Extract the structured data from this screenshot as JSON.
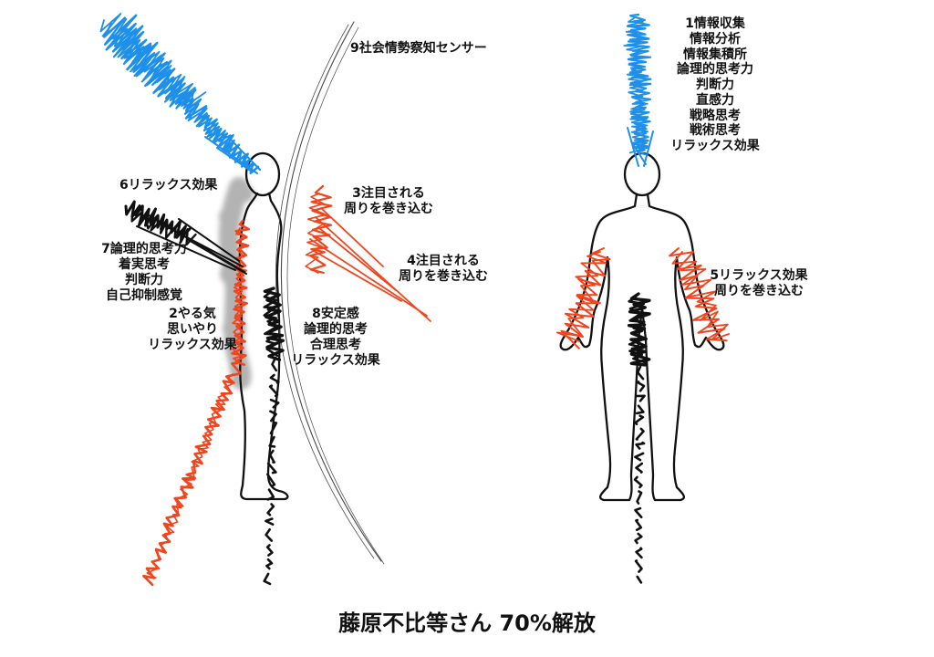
{
  "title": "藤原不比等さん 70%解放",
  "colors": {
    "blue": "#1e90ea",
    "red": "#f2441d",
    "black": "#111111",
    "gray": "#9a9a9a",
    "pencil": "#4a4a4a"
  },
  "side_view": {
    "label_9": [
      "9社会情勢察知センサー"
    ],
    "label_6": [
      "6リラックス効果"
    ],
    "label_3": [
      "3注目される",
      "周りを巻き込む"
    ],
    "label_4": [
      "4注目される",
      "周りを巻き込む"
    ],
    "label_7": [
      "7論理的思考力",
      "着実思考",
      "判断力",
      "自己抑制感覚"
    ],
    "label_2": [
      "2やる気",
      "思いやり",
      "リラックス効果"
    ],
    "label_8": [
      "8安定感",
      "論理的思考",
      "合理思考",
      "リラックス効果"
    ]
  },
  "front_view": {
    "label_1": [
      "1情報収集",
      "情報分析",
      "情報集積所",
      "論理的思考力",
      "判断力",
      "直感力",
      "戦略思考",
      "戦術思考",
      "リラックス効果"
    ],
    "label_5": [
      "5リラックス効果",
      "周りを巻き込む"
    ]
  }
}
